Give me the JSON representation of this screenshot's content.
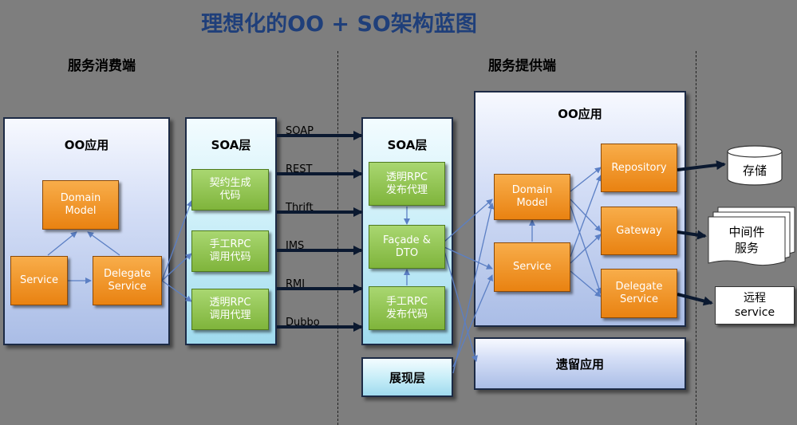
{
  "title": "理想化的OO + SO架构蓝图",
  "sections": {
    "consumer": "服务消费端",
    "provider": "服务提供端"
  },
  "consumer_oo": {
    "title": "OO应用",
    "domain_model": "Domain\nModel",
    "service": "Service",
    "delegate_service": "Delegate\nService"
  },
  "consumer_soa": {
    "title": "SOA层",
    "items": [
      "契约生成\n代码",
      "手工RPC\n调用代码",
      "透明RPC\n调用代理"
    ]
  },
  "protocols": [
    "SOAP",
    "REST",
    "Thrift",
    "JMS",
    "RMI",
    "Dubbo"
  ],
  "provider_soa": {
    "title": "SOA层",
    "items": [
      "透明RPC\n发布代理",
      "Façade &\nDTO",
      "手工RPC\n发布代码"
    ]
  },
  "presentation": "展现层",
  "provider_oo": {
    "title": "OO应用",
    "domain_model": "Domain\nModel",
    "service": "Service",
    "repository": "Repository",
    "gateway": "Gateway",
    "delegate_service": "Delegate\nService"
  },
  "legacy": "遗留应用",
  "storage": "存储",
  "middleware": "中间件\n服务",
  "remote_service": "远程\nservice",
  "colors": {
    "orange": "#ef8a1a",
    "green": "#8cc04f",
    "title": "#1f3f7a",
    "arrow_blue": "#5b7fc4"
  }
}
